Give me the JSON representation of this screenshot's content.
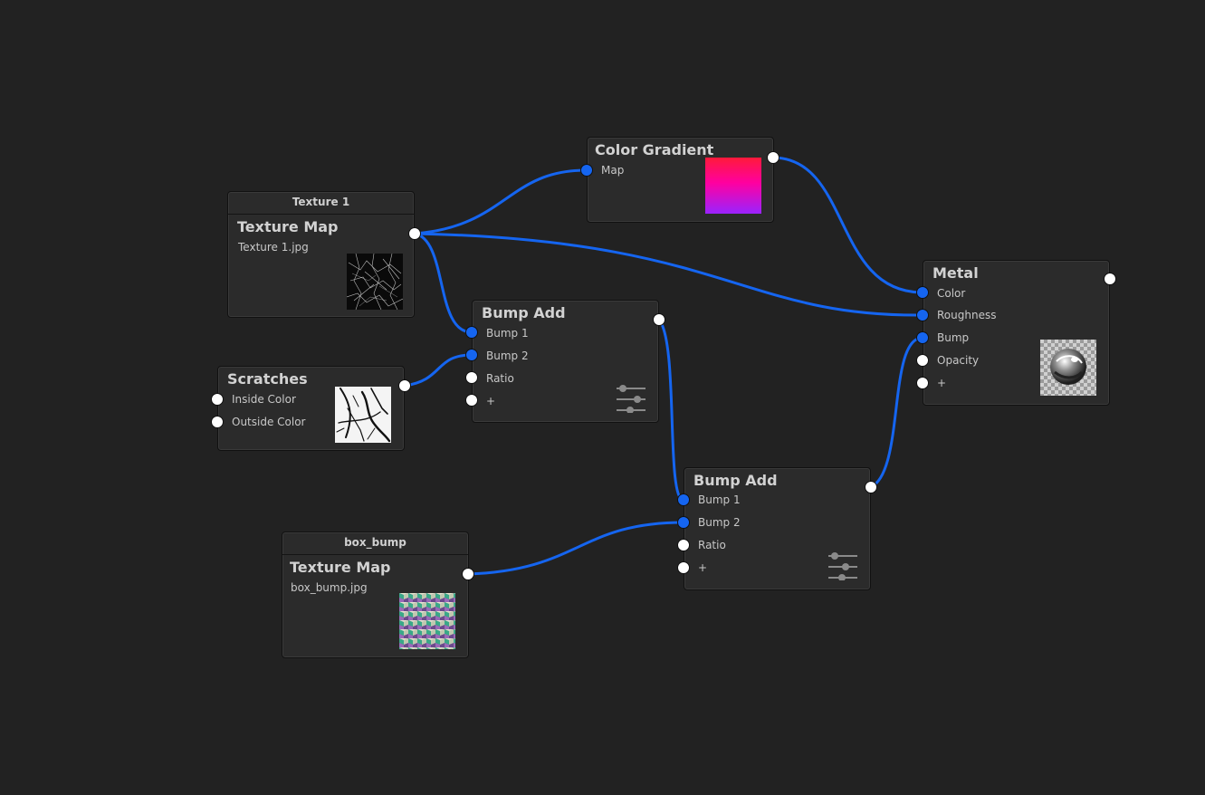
{
  "colors": {
    "background": "#222222",
    "node_bg": "#2b2b2b",
    "wire": "#1565f0",
    "port_connected": "#1565f0",
    "port_free": "#ffffff"
  },
  "nodes": {
    "texture1": {
      "header": "Texture 1",
      "title": "Texture Map",
      "file": "Texture 1.jpg",
      "thumbnail": "cracked-texture-preview"
    },
    "gradient": {
      "title": "Color Gradient",
      "inputs": [
        "Map"
      ],
      "thumbnail": "red-magenta-purple-gradient"
    },
    "scratches": {
      "title": "Scratches",
      "inputs": [
        "Inside Color",
        "Outside Color"
      ],
      "thumbnail": "scratches-preview"
    },
    "bump_add_1": {
      "title": "Bump Add",
      "inputs": [
        "Bump 1",
        "Bump 2",
        "Ratio",
        "+"
      ],
      "icon": "sliders-icon"
    },
    "bump_add_2": {
      "title": "Bump Add",
      "inputs": [
        "Bump 1",
        "Bump 2",
        "Ratio",
        "+"
      ],
      "icon": "sliders-icon"
    },
    "box_bump": {
      "header": "box_bump",
      "title": "Texture Map",
      "file": "box_bump.jpg",
      "thumbnail": "box-pattern-preview"
    },
    "metal": {
      "title": "Metal",
      "inputs": [
        "Color",
        "Roughness",
        "Bump",
        "Opacity",
        "+"
      ],
      "thumbnail": "metal-sphere-preview"
    }
  }
}
